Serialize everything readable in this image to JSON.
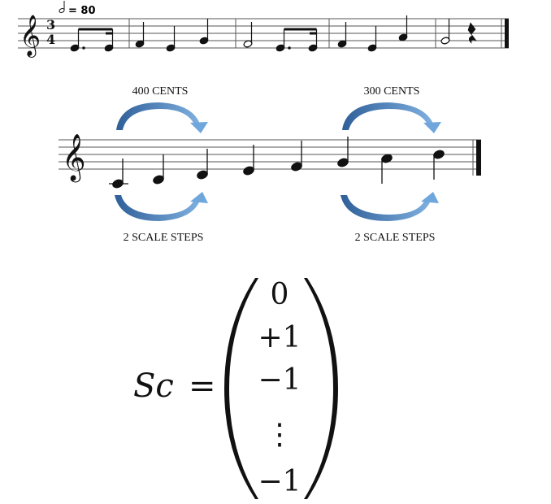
{
  "melody": {
    "tempo_value": "= 80",
    "time_signature": {
      "top": "3",
      "bottom": "4"
    }
  },
  "scale_figure": {
    "upper_left_label": "400 CENTS",
    "upper_right_label": "300 CENTS",
    "lower_left_label": "2 SCALE STEPS",
    "lower_right_label": "2 SCALE STEPS",
    "arrow_color": "#4a86c8"
  },
  "equation": {
    "lhs": "Sc",
    "equals": "=",
    "vector": [
      "0",
      "+1",
      "−1",
      "⋮",
      "−1"
    ]
  }
}
